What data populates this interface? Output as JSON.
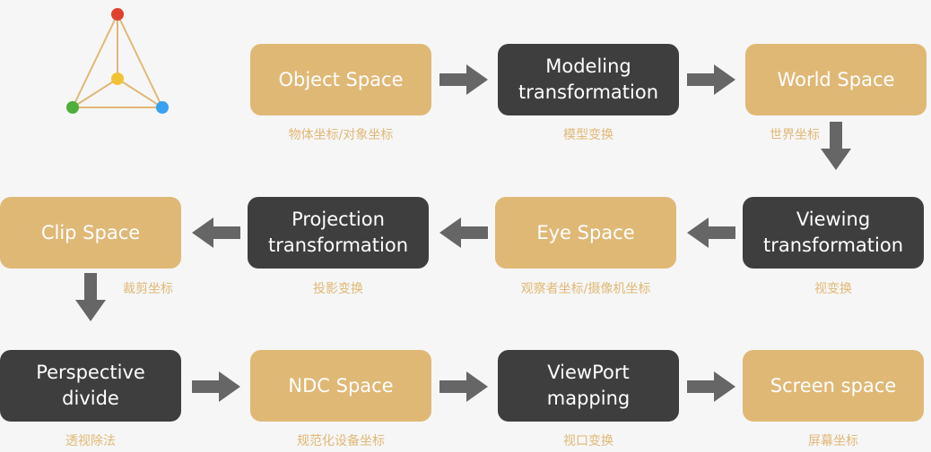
{
  "colors": {
    "space_box": "#e0b876",
    "transform_box": "#3e3e3e",
    "caption": "#e0b876",
    "arrow": "#666666",
    "background": "#f6f6f6"
  },
  "logo": {
    "name": "triangle-pyramid-logo"
  },
  "boxes": {
    "object_space": {
      "label": "Object Space",
      "caption": "物体坐标/对象坐标",
      "kind": "space"
    },
    "modeling": {
      "label": "Modeling transformation",
      "caption": "模型变换",
      "kind": "transform"
    },
    "world_space": {
      "label": "World Space",
      "caption": "世界坐标",
      "kind": "space"
    },
    "viewing": {
      "label": "Viewing transformation",
      "caption": "视变换",
      "kind": "transform"
    },
    "eye_space": {
      "label": "Eye Space",
      "caption": "观察者坐标/摄像机坐标",
      "kind": "space"
    },
    "projection": {
      "label": "Projection transformation",
      "caption": "投影变换",
      "kind": "transform"
    },
    "clip_space": {
      "label": "Clip Space",
      "caption": "裁剪坐标",
      "kind": "space"
    },
    "perspective": {
      "label": "Perspective divide",
      "caption": "透视除法",
      "kind": "transform"
    },
    "ndc_space": {
      "label": "NDC Space",
      "caption": "规范化设备坐标",
      "kind": "space"
    },
    "viewport": {
      "label": "ViewPort mapping",
      "caption": "视口变换",
      "kind": "transform"
    },
    "screen_space": {
      "label": "Screen space",
      "caption": "屏幕坐标",
      "kind": "space"
    }
  }
}
